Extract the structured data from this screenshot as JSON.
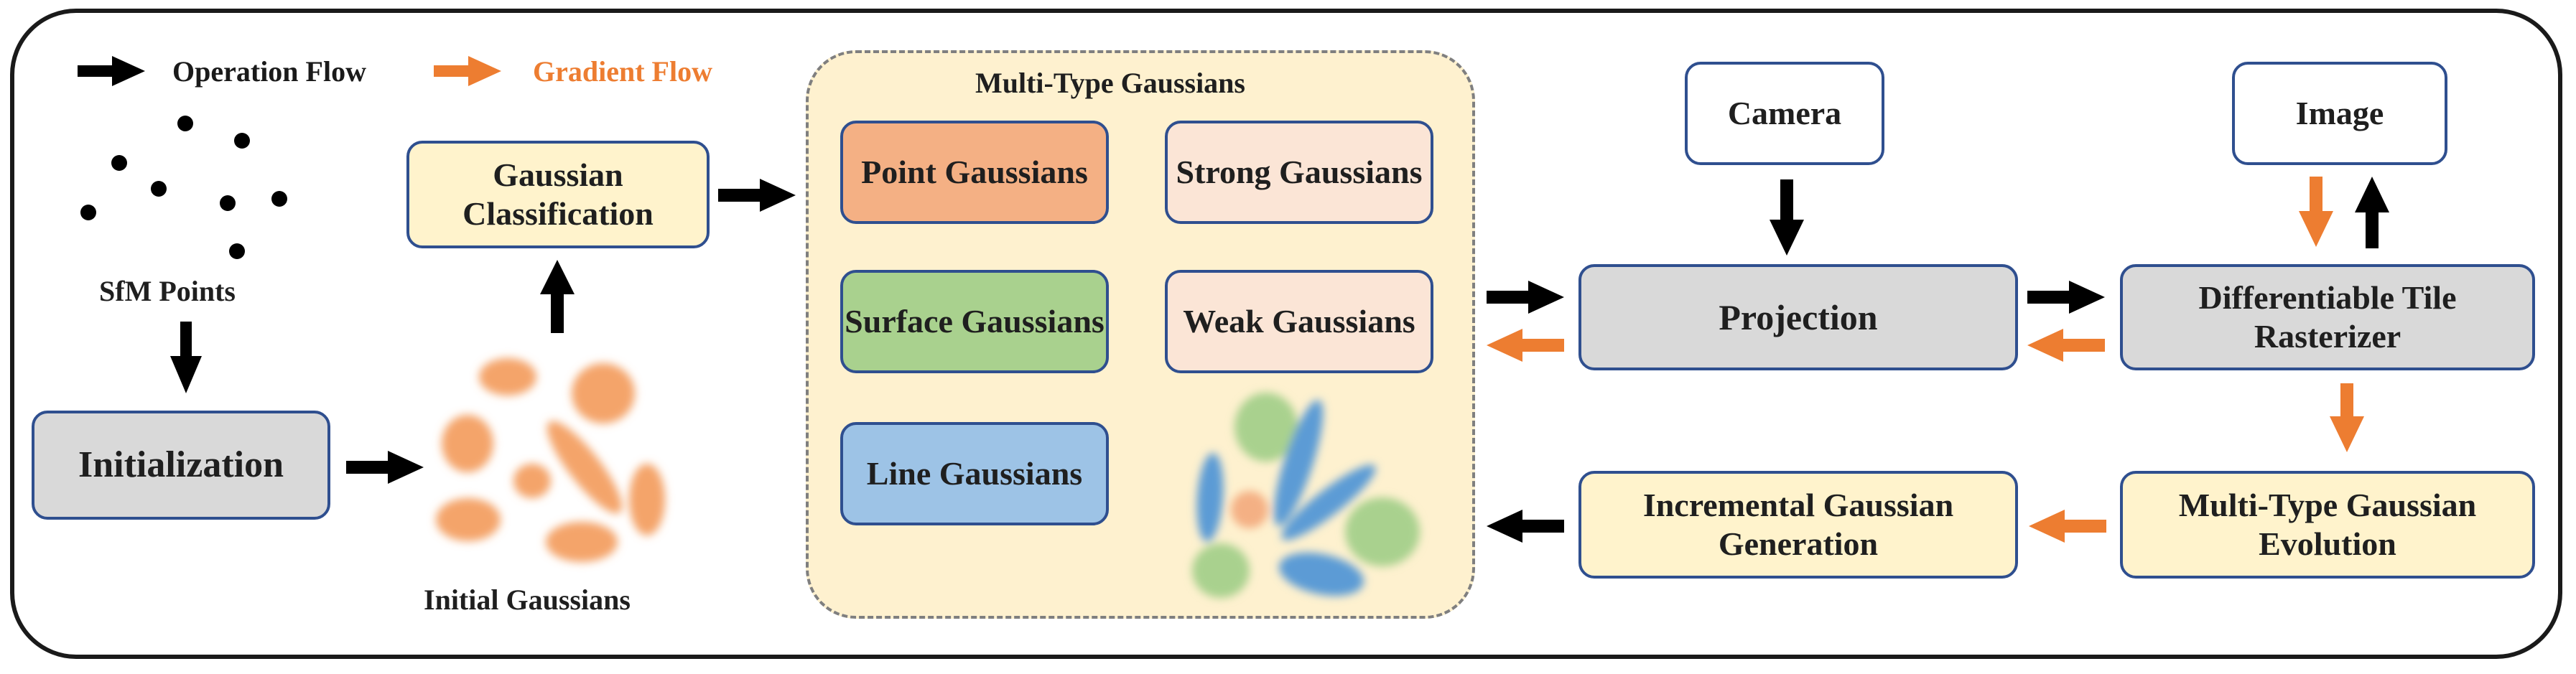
{
  "legend": {
    "operation_flow": "Operation Flow",
    "gradient_flow": "Gradient Flow"
  },
  "left": {
    "sfm_points": "SfM Points",
    "initialization": "Initialization",
    "gaussian_classification": "Gaussian Classification",
    "initial_gaussians": "Initial Gaussians"
  },
  "multi_type": {
    "title": "Multi-Type Gaussians",
    "point": "Point Gaussians",
    "strong": "Strong Gaussians",
    "surface": "Surface Gaussians",
    "weak": "Weak Gaussians",
    "line": "Line Gaussians"
  },
  "right": {
    "camera": "Camera",
    "image": "Image",
    "projection": "Projection",
    "rasterizer": "Differentiable Tile Rasterizer",
    "evolution": "Multi-Type Gaussian Evolution",
    "generation": "Incremental Gaussian Generation"
  },
  "colors": {
    "operation_flow": "#000000",
    "gradient_flow": "#ed7d31",
    "box_border": "#2f4f8f"
  }
}
